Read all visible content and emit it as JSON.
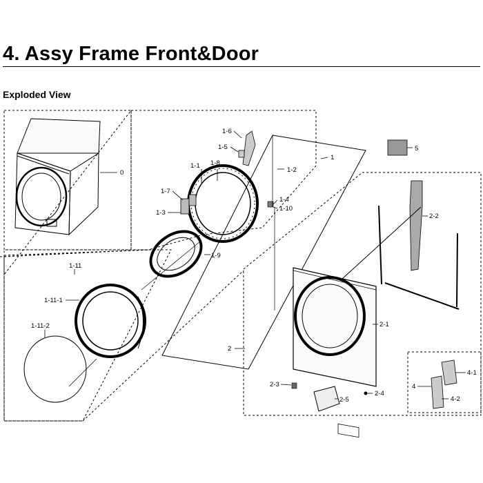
{
  "page": {
    "title": "4.  Assy Frame Front&Door",
    "section": "Exploded View"
  },
  "callouts": {
    "c0": "0",
    "c1": "1",
    "c1_1": "1-1",
    "c1_2": "1-2",
    "c1_3": "1-3",
    "c1_4": "1-4",
    "c1_5": "1-5",
    "c1_6": "1-6",
    "c1_7": "1-7",
    "c1_8": "1-8",
    "c1_9": "1-9",
    "c1_10": "1-10",
    "c1_11": "1-11",
    "c1_11_1": "1-11-1",
    "c1_11_2": "1-11-2",
    "c2": "2",
    "c2_1": "2-1",
    "c2_2": "2-2",
    "c2_3": "2-3",
    "c2_4": "2-4",
    "c2_5": "2-5",
    "c4": "4",
    "c4_1": "4-1",
    "c4_2": "4-2",
    "c5": "5"
  }
}
